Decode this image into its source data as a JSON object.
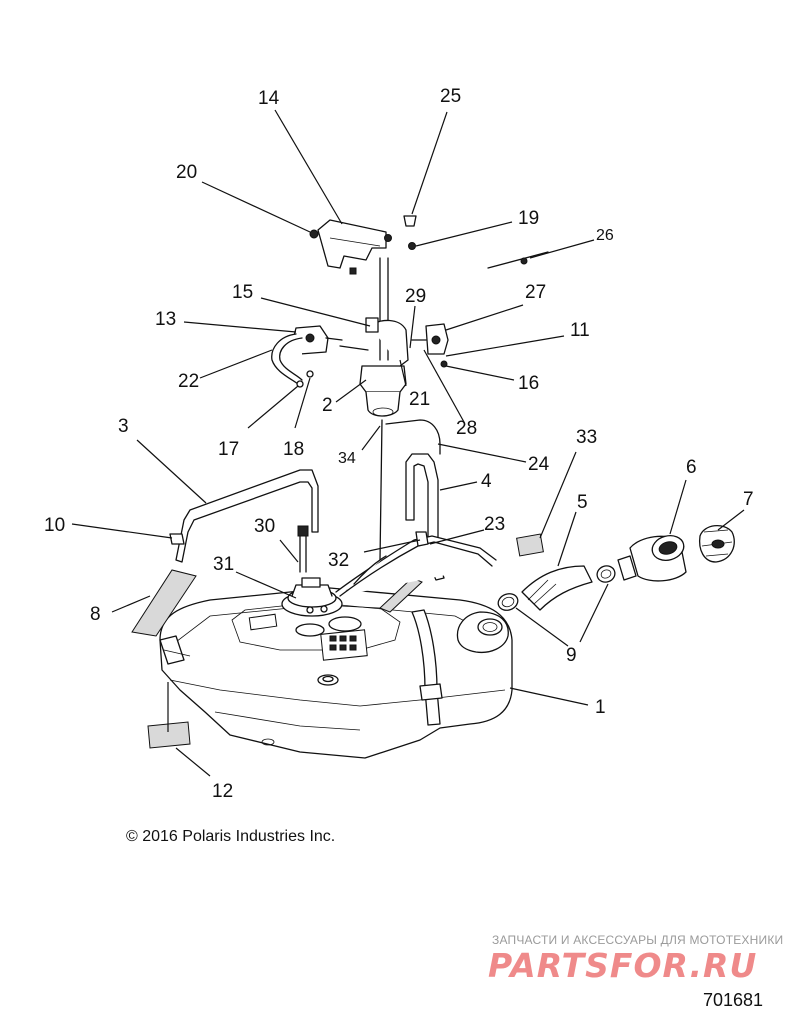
{
  "callouts": {
    "c1": "1",
    "c2": "2",
    "c3": "3",
    "c4": "4",
    "c5": "5",
    "c6": "6",
    "c7": "7",
    "c8": "8",
    "c9": "9",
    "c10": "10",
    "c11": "11",
    "c12": "12",
    "c13": "13",
    "c14": "14",
    "c15": "15",
    "c16": "16",
    "c17": "17",
    "c18": "18",
    "c19": "19",
    "c20": "20",
    "c21": "21",
    "c22": "22",
    "c23": "23",
    "c24": "24",
    "c25": "25",
    "c26": "26",
    "c27": "27",
    "c28": "28",
    "c29": "29",
    "c30": "30",
    "c31": "31",
    "c32": "32",
    "c33": "33",
    "c34": "34"
  },
  "footer": {
    "copyright": "© 2016 Polaris Industries Inc.",
    "drawing_number": "701681"
  },
  "watermark": {
    "caption": "ЗАПЧАСТИ И АКСЕССУАРЫ ДЛЯ МОТОТЕХНИКИ",
    "logo": "PARTSFOR.RU"
  }
}
